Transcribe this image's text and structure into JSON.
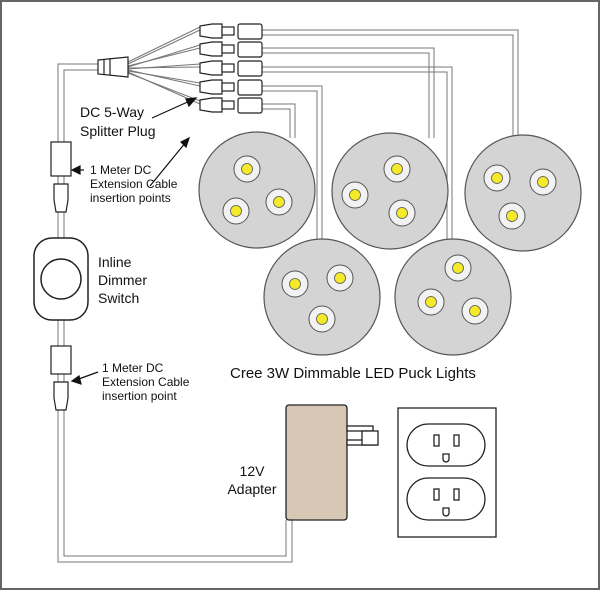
{
  "labels": {
    "splitter_line1": "DC 5-Way",
    "splitter_line2": "Splitter Plug",
    "ext_top_line1": "1 Meter DC",
    "ext_top_line2": "Extension Cable",
    "ext_top_line3": "insertion points",
    "dimmer_line1": "Inline",
    "dimmer_line2": "Dimmer",
    "dimmer_line3": "Switch",
    "ext_bottom_line1": "1 Meter DC",
    "ext_bottom_line2": "Extension Cable",
    "ext_bottom_line3": "insertion point",
    "puck_caption": "Cree 3W Dimmable LED Puck Lights",
    "adapter_line1": "12V",
    "adapter_line2": "Adapter"
  },
  "colors": {
    "border": "#666666",
    "puck_fill": "#d4d4d4",
    "led_ring": "#f2f2f2",
    "led_core": "#f5ea2a",
    "adapter_fill": "#d6c8b4",
    "wire": "#777777"
  }
}
